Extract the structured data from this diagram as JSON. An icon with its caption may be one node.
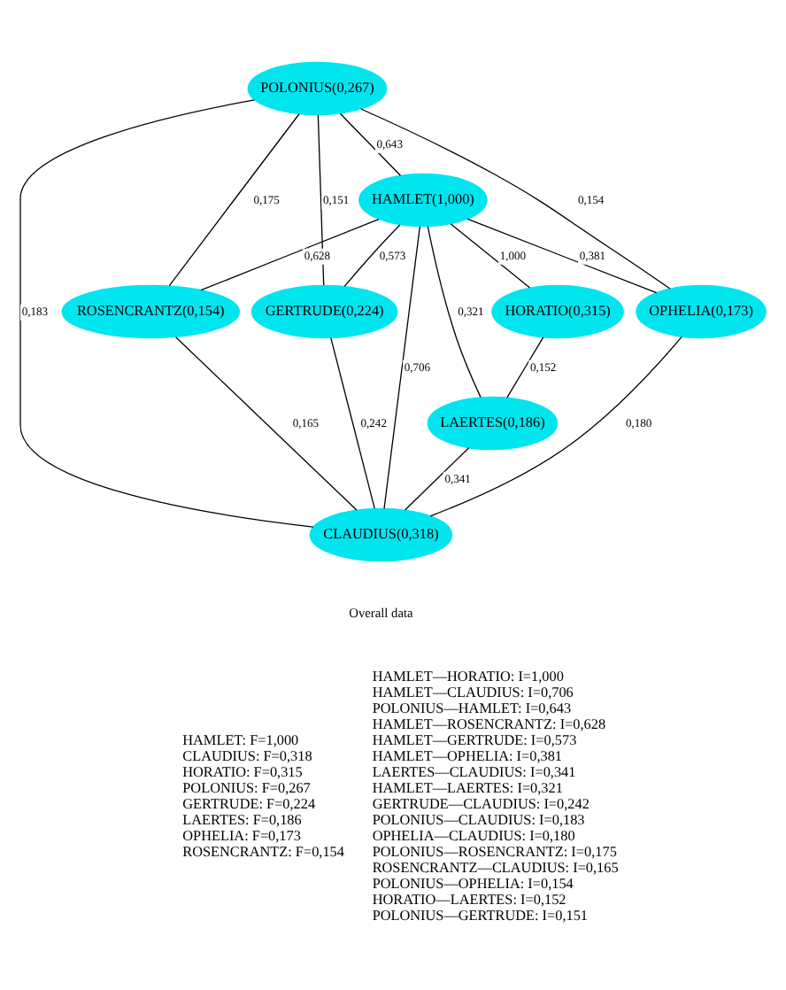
{
  "diagram": {
    "nodes": [
      {
        "text": [
          "POLONIUS(0,267)"
        ]
      },
      {
        "text": [
          "HAMLET(1,000)"
        ]
      },
      {
        "text": [
          "ROSENCRANTZ(0,154)"
        ]
      },
      {
        "text": [
          "GERTRUDE(0,224)"
        ]
      },
      {
        "text": [
          "HORATIO(0,315)"
        ]
      },
      {
        "text": [
          "OPHELIA(0,173)"
        ]
      },
      {
        "text": [
          "LAERTES(0,186)"
        ]
      },
      {
        "text": [
          "CLAUDIUS(0,318)"
        ]
      }
    ],
    "edges": [
      {
        "from": 0,
        "to": 1,
        "arrow": "none",
        "label": "0,643"
      },
      {
        "from": 0,
        "to": 2,
        "arrow": "none",
        "label": "0,175"
      },
      {
        "from": 0,
        "to": 3,
        "arrow": "none",
        "label": "0,151"
      },
      {
        "from": 0,
        "to": 5,
        "arrow": "none",
        "label": "0,154"
      },
      {
        "from": 0,
        "to": 7,
        "arrow": "none",
        "label": "0,183"
      },
      {
        "from": 1,
        "to": 2,
        "arrow": "none",
        "label": "0,628"
      },
      {
        "from": 1,
        "to": 3,
        "arrow": "none",
        "label": "0,573"
      },
      {
        "from": 1,
        "to": 7,
        "arrow": "none",
        "label": "0,706"
      },
      {
        "from": 1,
        "to": 6,
        "arrow": "none",
        "label": "0,321"
      },
      {
        "from": 1,
        "to": 4,
        "arrow": "none",
        "label": "1,000"
      },
      {
        "from": 1,
        "to": 5,
        "arrow": "none",
        "label": "0,381"
      },
      {
        "from": 4,
        "to": 6,
        "arrow": "none",
        "label": "0,152"
      },
      {
        "from": 2,
        "to": 7,
        "arrow": "none",
        "label": "0,165"
      },
      {
        "from": 3,
        "to": 7,
        "arrow": "none",
        "label": "0,242"
      },
      {
        "from": 6,
        "to": 7,
        "arrow": "none",
        "label": "0,341"
      },
      {
        "from": 5,
        "to": 7,
        "arrow": "none",
        "label": "0,180"
      }
    ],
    "labels": [
      "Overall data",
      "HAMLET: F=1,000",
      "CLAUDIUS: F=0,318",
      "HORATIO: F=0,315",
      "POLONIUS: F=0,267",
      "GERTRUDE: F=0,224",
      "LAERTES: F=0,186",
      "OPHELIA: F=0,173",
      "ROSENCRANTZ: F=0,154",
      "HAMLET—HORATIO: I=1,000",
      "HAMLET—CLAUDIUS: I=0,706",
      "POLONIUS—HAMLET: I=0,643",
      "HAMLET—ROSENCRANTZ: I=0,628",
      "HAMLET—GERTRUDE: I=0,573",
      "HAMLET—OPHELIA: I=0,381",
      "LAERTES—CLAUDIUS: I=0,341",
      "HAMLET—LAERTES: I=0,321",
      "GERTRUDE—CLAUDIUS: I=0,242",
      "POLONIUS—CLAUDIUS: I=0,183",
      "OPHELIA—CLAUDIUS: I=0,180",
      "POLONIUS—ROSENCRANTZ: I=0,175",
      "ROSENCRANTZ—CLAUDIUS: I=0,165",
      "POLONIUS—OPHELIA: I=0,154",
      "HORATIO—LAERTES: I=0,152",
      "POLONIUS—GERTRUDE: I=0,151"
    ]
  }
}
